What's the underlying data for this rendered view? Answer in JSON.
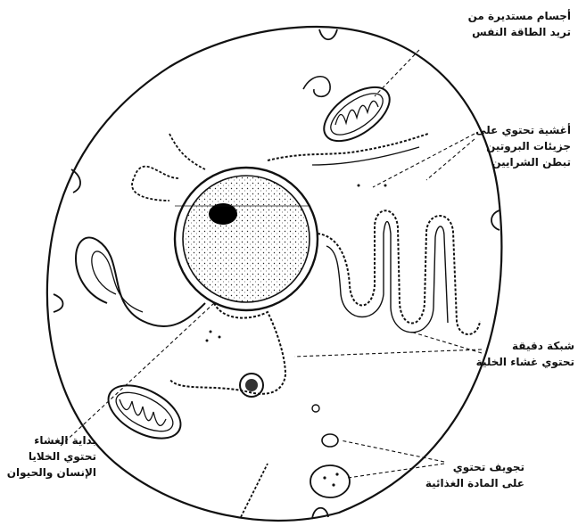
{
  "labels": {
    "top_right": [
      "أجسام مستديرة من",
      "تريد الطاقة النفس"
    ],
    "right_upper": [
      "أغشية تحتوي على",
      "جزيئات البروتين",
      "تبطن الشرايين"
    ],
    "right_middle": [
      "شبكة دقيقة",
      "تحتوي غشاء الخلية"
    ],
    "right_lower": [
      "تجويف تحتوي",
      "على المادة الغذائية"
    ],
    "left_lower": [
      "بداية الغشاء",
      "تحتوي الخلايا",
      "الإنسان والحيوان"
    ]
  },
  "colors": {
    "ink": "#111111",
    "paper": "#ffffff"
  }
}
